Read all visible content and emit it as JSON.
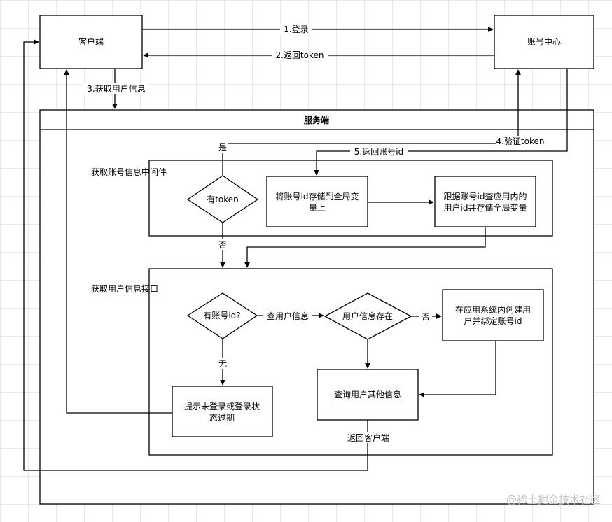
{
  "nodes": {
    "client": "客户端",
    "account_center": "账号中心",
    "server": "服务端",
    "middleware": "获取账号信息中间件",
    "has_token": "有token",
    "store_account_id_l1": "将账号id存储到全局变",
    "store_account_id_l2": "量上",
    "query_user_id_l1": "跟据账号id查应用内的",
    "query_user_id_l2": "用户id并存储全局变量",
    "user_info_api": "获取用户信息接口",
    "has_account_id": "有账号id?",
    "user_exists": "用户信息存在",
    "create_user_l1": "在应用系统内创建用",
    "create_user_l2": "户并绑定账号id",
    "not_logged_in_l1": "提示未登录或登录状",
    "not_logged_in_l2": "态过期",
    "query_other_info": "查询用户其他信息"
  },
  "edges": {
    "login": "1.登录",
    "return_token": "2.返回token",
    "get_user_info": "3.获取用户信息",
    "verify_token": "4.验证token",
    "return_account_id": "5.返回账号id",
    "yes": "是",
    "no": "否",
    "query_user_info": "查用户信息",
    "no_exist": "否",
    "none": "无",
    "return_client": "返回客户端"
  },
  "watermark": "@稀土掘金技术社区"
}
